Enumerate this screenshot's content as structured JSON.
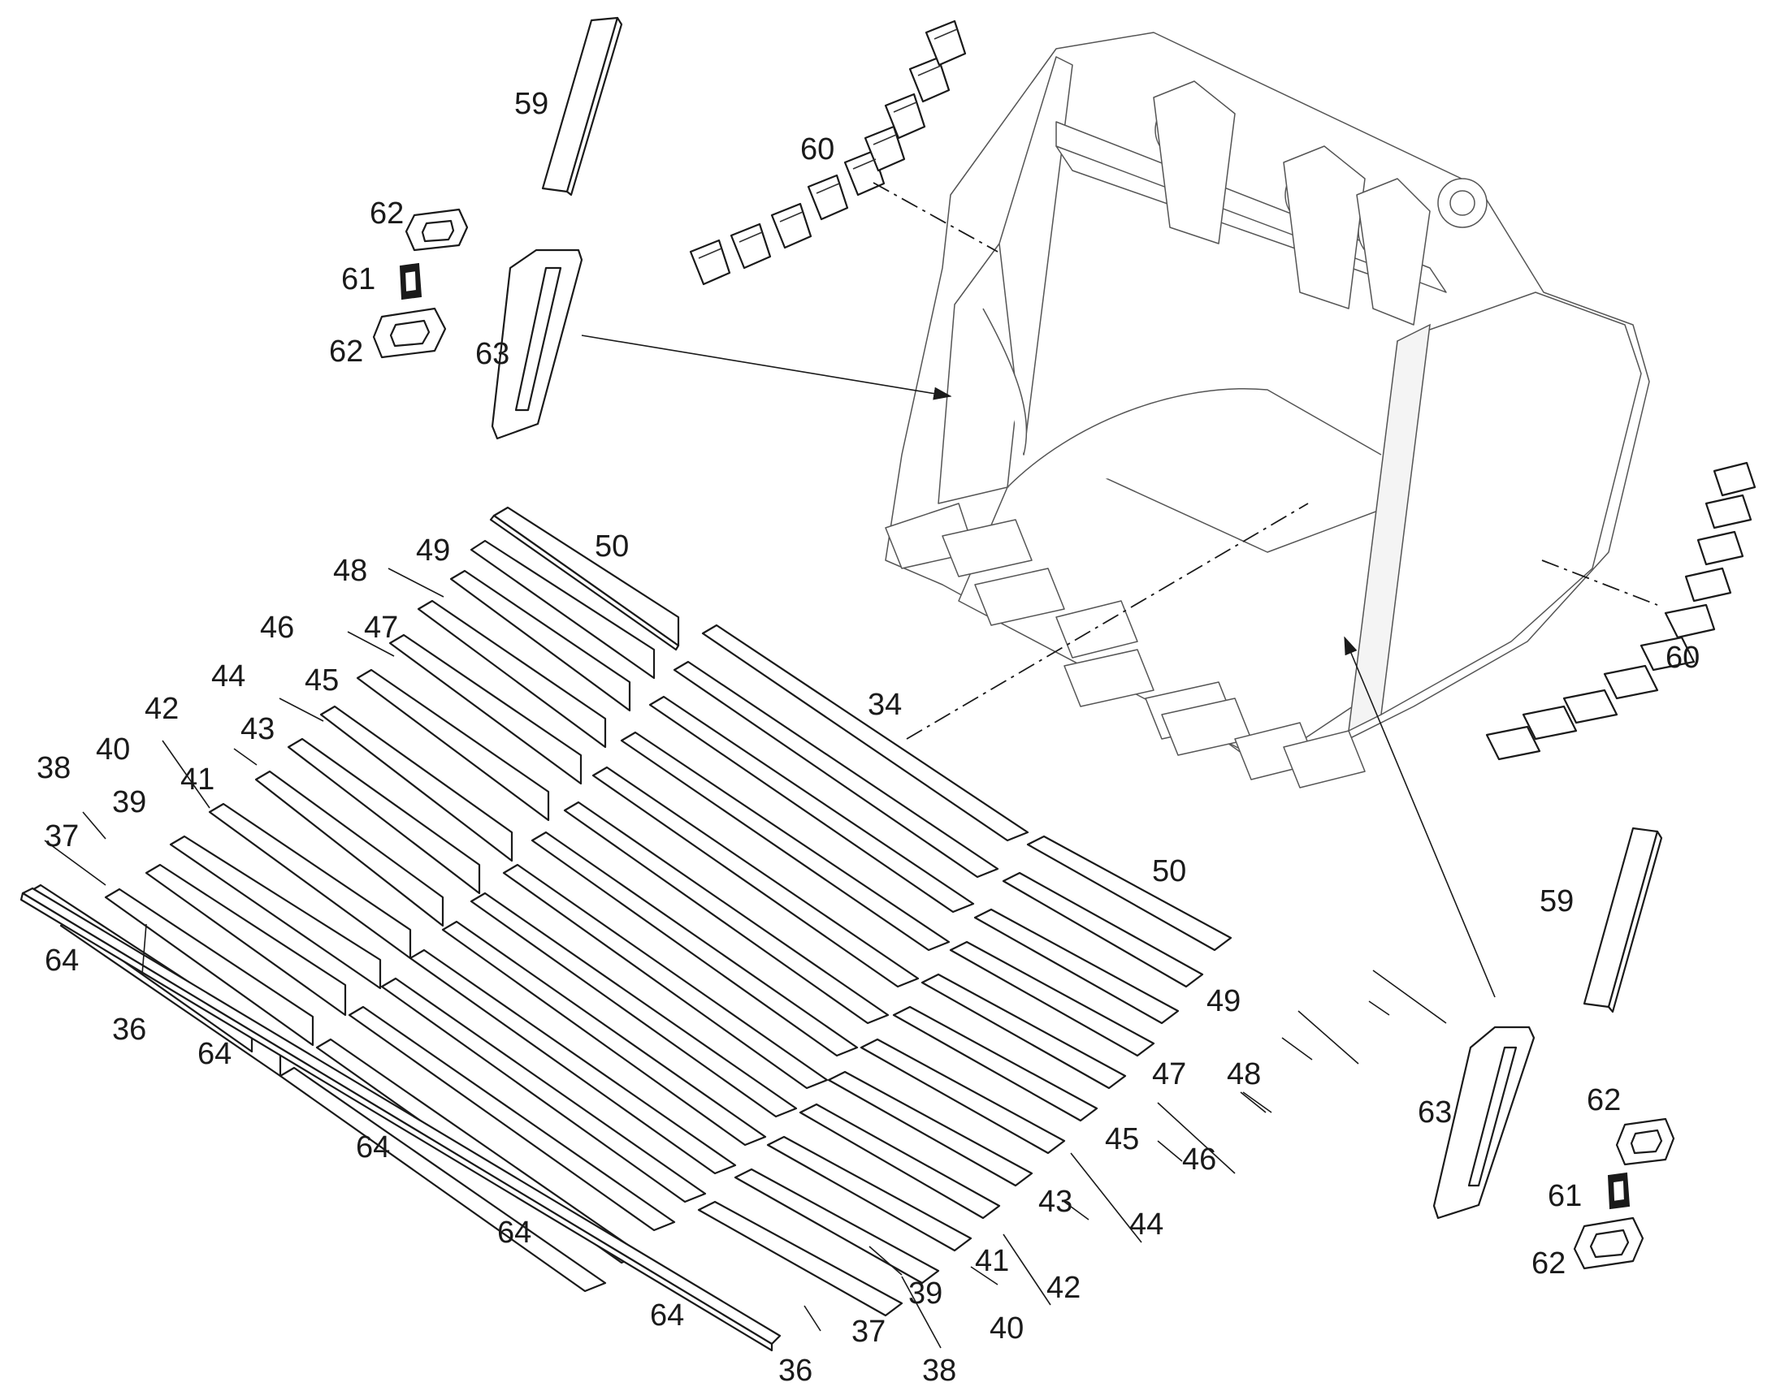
{
  "callouts": {
    "c59a": "59",
    "c60a": "60",
    "c62a": "62",
    "c61a": "61",
    "c62b": "62",
    "c63a": "63",
    "c50a": "50",
    "c49a": "49",
    "c48a": "48",
    "c47a": "47",
    "c46a": "46",
    "c45a": "45",
    "c44a": "44",
    "c43a": "43",
    "c42a": "42",
    "c41a": "41",
    "c40a": "40",
    "c39a": "39",
    "c38a": "38",
    "c37a": "37",
    "c64a": "64",
    "c36a": "36",
    "c34": "34",
    "c64b": "64",
    "c64c": "64",
    "c64d": "64",
    "c64e": "64",
    "c36b": "36",
    "c37b": "37",
    "c38b": "38",
    "c39b": "39",
    "c40b": "40",
    "c41b": "41",
    "c42b": "42",
    "c43b": "43",
    "c44b": "44",
    "c45b": "45",
    "c46b": "46",
    "c47b": "47",
    "c48b": "48",
    "c49b": "49",
    "c50b": "50",
    "c60b": "60",
    "c59b": "59",
    "c63b": "63",
    "c62c": "62",
    "c61b": "61",
    "c62d": "62"
  }
}
